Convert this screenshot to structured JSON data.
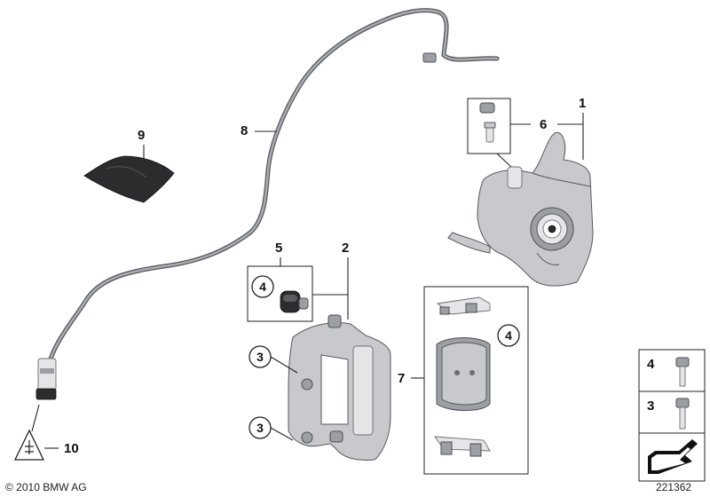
{
  "labels": {
    "caliper": "1",
    "carrier": "2",
    "bolt_a": "3",
    "bolt_b": "3",
    "sleeve_kit_pad": "4",
    "sleeve_kit_carrier": "4",
    "guide_kit": "5",
    "bleeder_kit": "6",
    "pad_set": "7",
    "brake_line": "8",
    "grease": "9",
    "sensor": "10"
  },
  "parts_box": {
    "top_number": "4",
    "bottom_number": "3"
  },
  "footer": {
    "copyright": "© 2010 BMW AG",
    "diagram_id": "221362"
  },
  "icons": [
    "caliper-icon",
    "carrier-icon",
    "brake-pad-icon",
    "bleeder-valve-icon",
    "guide-sleeve-icon",
    "grease-packet-icon",
    "wear-sensor-icon",
    "bolt-icon",
    "arrow-icon"
  ]
}
